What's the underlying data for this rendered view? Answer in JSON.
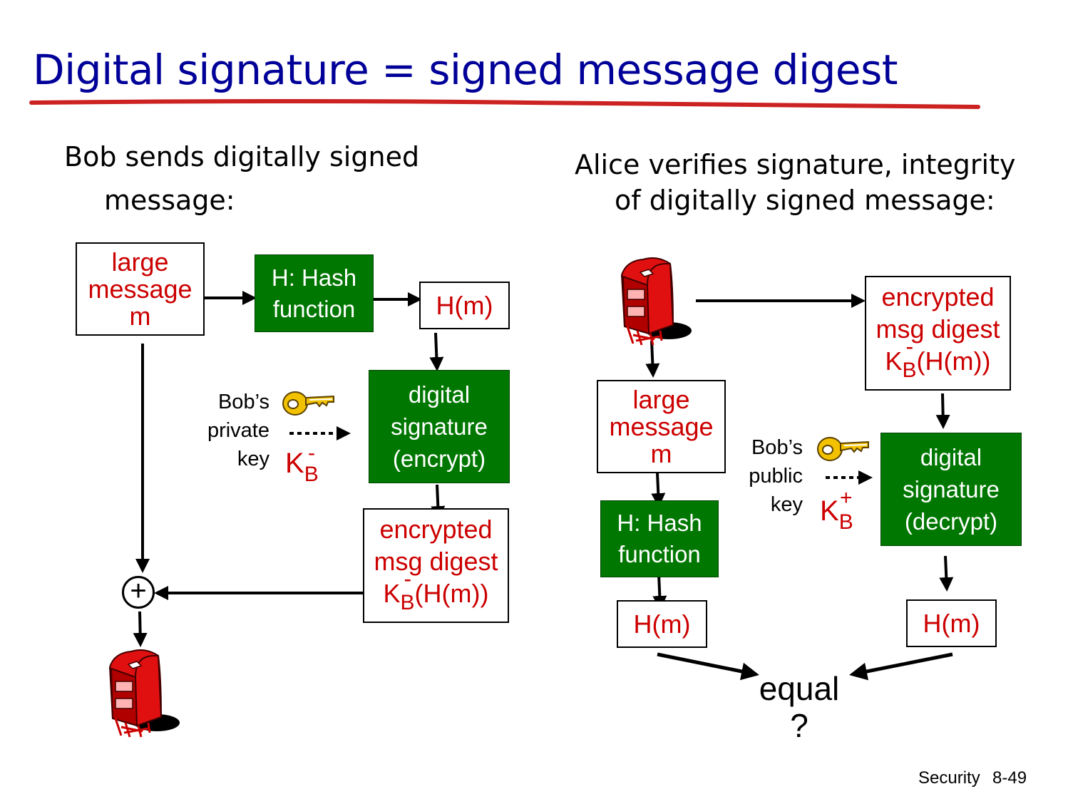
{
  "title": "Digital signature = signed message digest",
  "left": {
    "heading_line1": "Bob sends digitally signed",
    "heading_line2": "message:",
    "large_message": [
      "large",
      "message",
      "m"
    ],
    "hash_function": [
      "H: Hash",
      "function"
    ],
    "hm": "H(m)",
    "digital_signature": [
      "digital",
      "signature",
      "(encrypt)"
    ],
    "key_label": [
      "Bob’s",
      "private",
      "key"
    ],
    "key_symbol": "K",
    "key_sub": "B",
    "key_sup": "-",
    "encrypted_digest": [
      "encrypted",
      "msg digest"
    ],
    "encrypted_formula_k": "K",
    "encrypted_formula_sub": "B",
    "encrypted_formula_sup": "-",
    "encrypted_formula_rest": "(H(m))",
    "plus": "+"
  },
  "right": {
    "heading_line1": "Alice verifies signature, integrity",
    "heading_line2": "of digitally signed message:",
    "encrypted_digest": [
      "encrypted",
      "msg digest"
    ],
    "encrypted_formula_k": "K",
    "encrypted_formula_sub": "B",
    "encrypted_formula_sup": "-",
    "encrypted_formula_rest": "(H(m))",
    "large_message": [
      "large",
      "message",
      "m"
    ],
    "key_label": [
      "Bob’s",
      "public",
      "key"
    ],
    "key_symbol": "K",
    "key_sub": "B",
    "key_sup": "+",
    "digital_signature": [
      "digital",
      "signature",
      "(decrypt)"
    ],
    "hash_function": [
      "H: Hash",
      "function"
    ],
    "hm_left": "H(m)",
    "hm_right": "H(m)",
    "equal": "equal",
    "question": "?"
  },
  "footer": {
    "section": "Security",
    "page": "8-49"
  },
  "colors": {
    "title": "#000099",
    "underline": "#cc2222",
    "red_text": "#cc0000",
    "green_box": "#007700"
  },
  "icons": [
    "mailbox-icon",
    "key-icon"
  ]
}
